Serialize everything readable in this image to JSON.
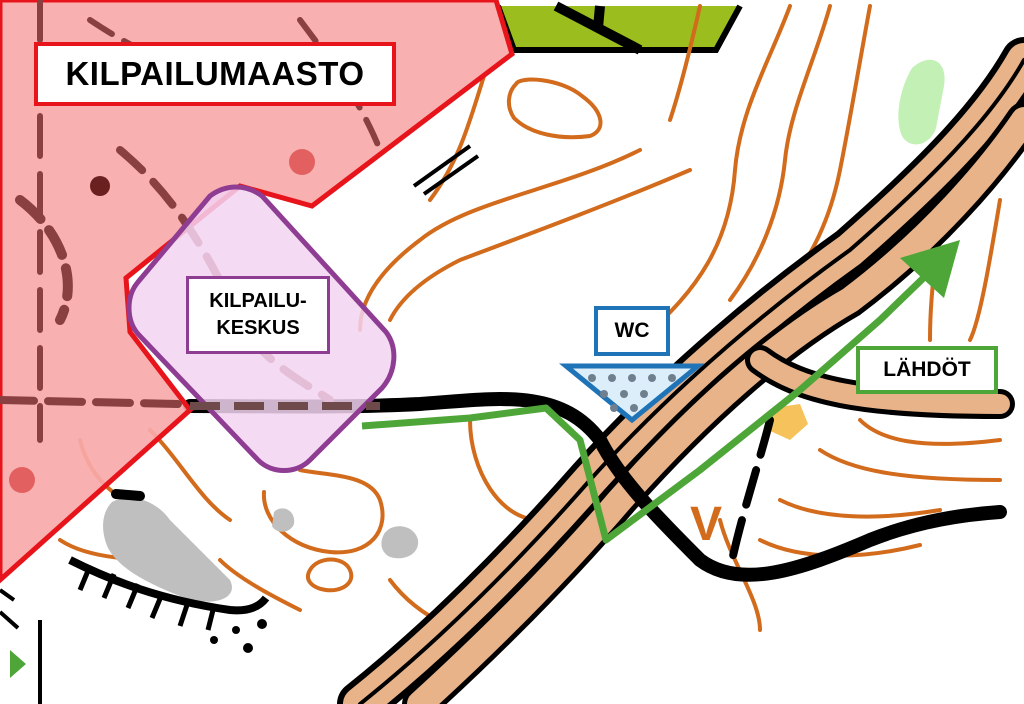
{
  "map": {
    "labels": {
      "competition_area": "KILPAILUMAASTO",
      "competition_center_line1": "KILPAILU-",
      "competition_center_line2": "KESKUS",
      "wc": "WC",
      "starts": "LÄHDÖT"
    },
    "colors": {
      "competition_area_fill": "#f7a9a9",
      "competition_area_border": "#e8141b",
      "competition_center_fill": "#f3d3f2",
      "competition_center_border": "#8e3d93",
      "wc_border": "#1f73b7",
      "wc_fill": "#dbeefa",
      "route_arrow": "#4fa638",
      "contours": "#d26b1c",
      "major_road_fill": "#e8b389",
      "road_black": "#000000",
      "green_field": "#9bbd1e",
      "light_green": "#c2f0b5",
      "rock": "#bfbfbf",
      "yellow_open": "#f6c25b"
    }
  }
}
